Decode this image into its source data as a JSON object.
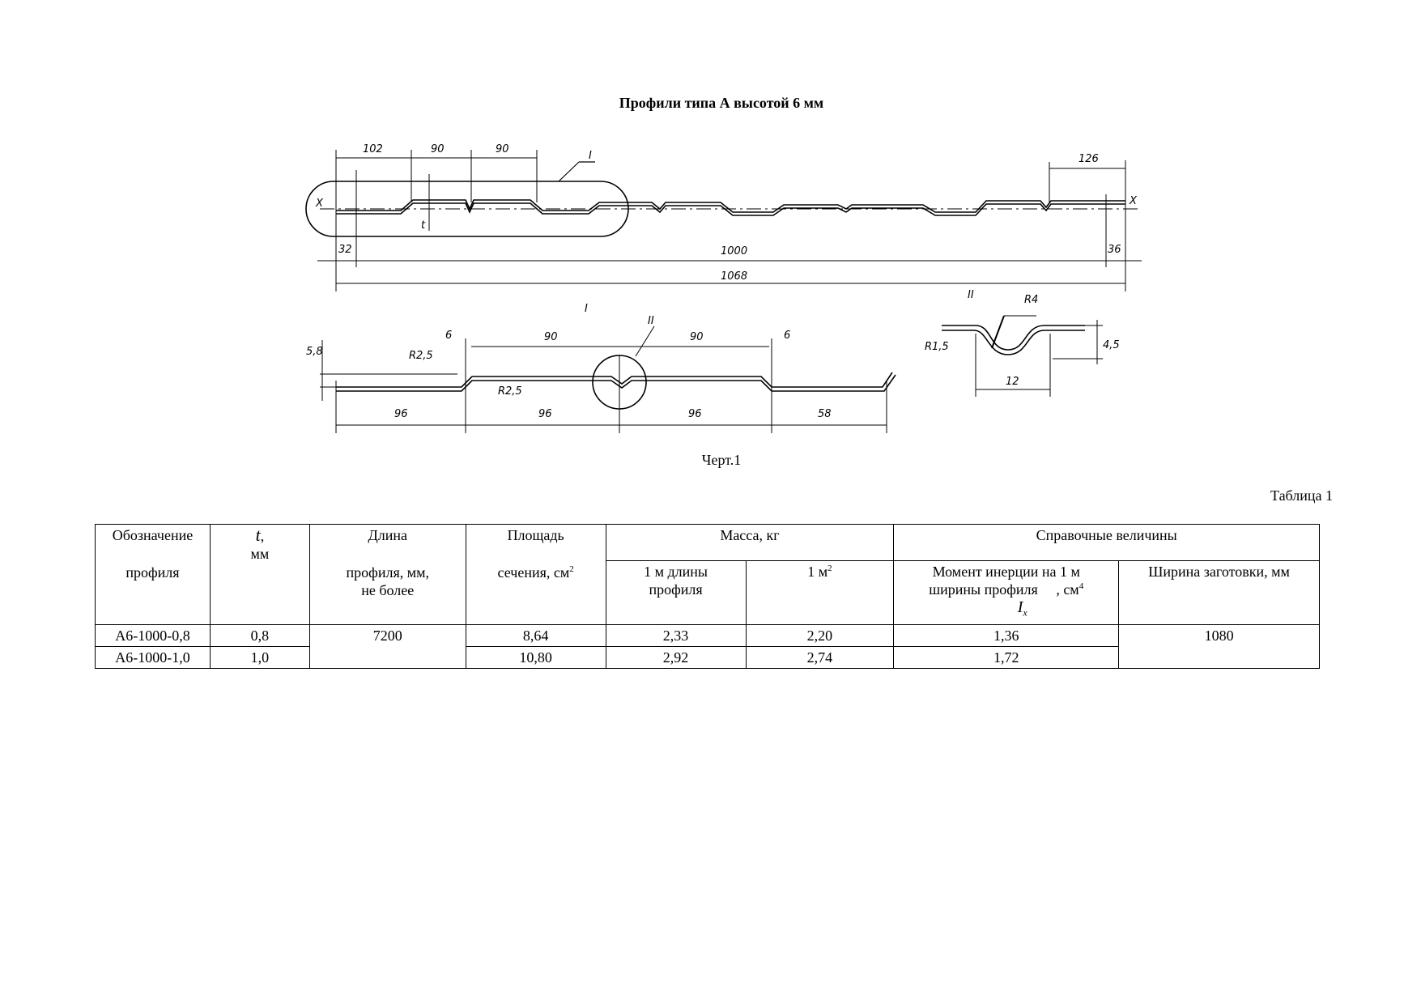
{
  "document": {
    "title": "Профили типа А высотой 6 мм",
    "figure_caption": "Черт.1",
    "table_label": "Таблица 1"
  },
  "drawing": {
    "top_dims": [
      "102",
      "90",
      "90",
      "126",
      "32",
      "1000",
      "36",
      "1068"
    ],
    "axis_label": "X",
    "callout_I": "I",
    "callout_II": "II",
    "thickness_label": "t",
    "detail_dims": [
      "6",
      "90",
      "90",
      "6",
      "5,8",
      "96",
      "96",
      "96",
      "58"
    ],
    "detail_radii": [
      "R2,5",
      "R2,5"
    ],
    "detail_II_dims": [
      "R4",
      "R1,5",
      "4,5",
      "12"
    ]
  },
  "table": {
    "headers": {
      "designation_1": "Обозначение",
      "designation_2": "профиля",
      "t_symbol": "t",
      "t_comma": ",",
      "t_unit": "мм",
      "length_1": "Длина",
      "length_2": "профиля, мм,",
      "length_3": "не более",
      "area_1": "Площадь",
      "area_2": "сечения, см",
      "area_sup": "2",
      "mass": "Масса, кг",
      "mass_per_m_1": "1 м длины",
      "mass_per_m_2": "профиля",
      "mass_per_m2": "1 м",
      "mass_per_m2_sup": "2",
      "reference": "Справочные величины",
      "moment_1": "Момент инерции на 1 м",
      "moment_2": "ширины профиля",
      "moment_unit": ", см",
      "moment_sup": "4",
      "moment_symbol": "I",
      "moment_sub": "x",
      "blank_width": "Ширина заготовки, мм"
    },
    "rows": [
      {
        "designation": "А6-1000-0,8",
        "t": "0,8",
        "area": "8,64",
        "mass_m": "2,33",
        "mass_m2": "2,20",
        "moment": "1,36"
      },
      {
        "designation": "А6-1000-1,0",
        "t": "1,0",
        "area": "10,80",
        "mass_m": "2,92",
        "mass_m2": "2,74",
        "moment": "1,72"
      }
    ],
    "shared": {
      "length": "7200",
      "blank_width": "1080"
    }
  }
}
